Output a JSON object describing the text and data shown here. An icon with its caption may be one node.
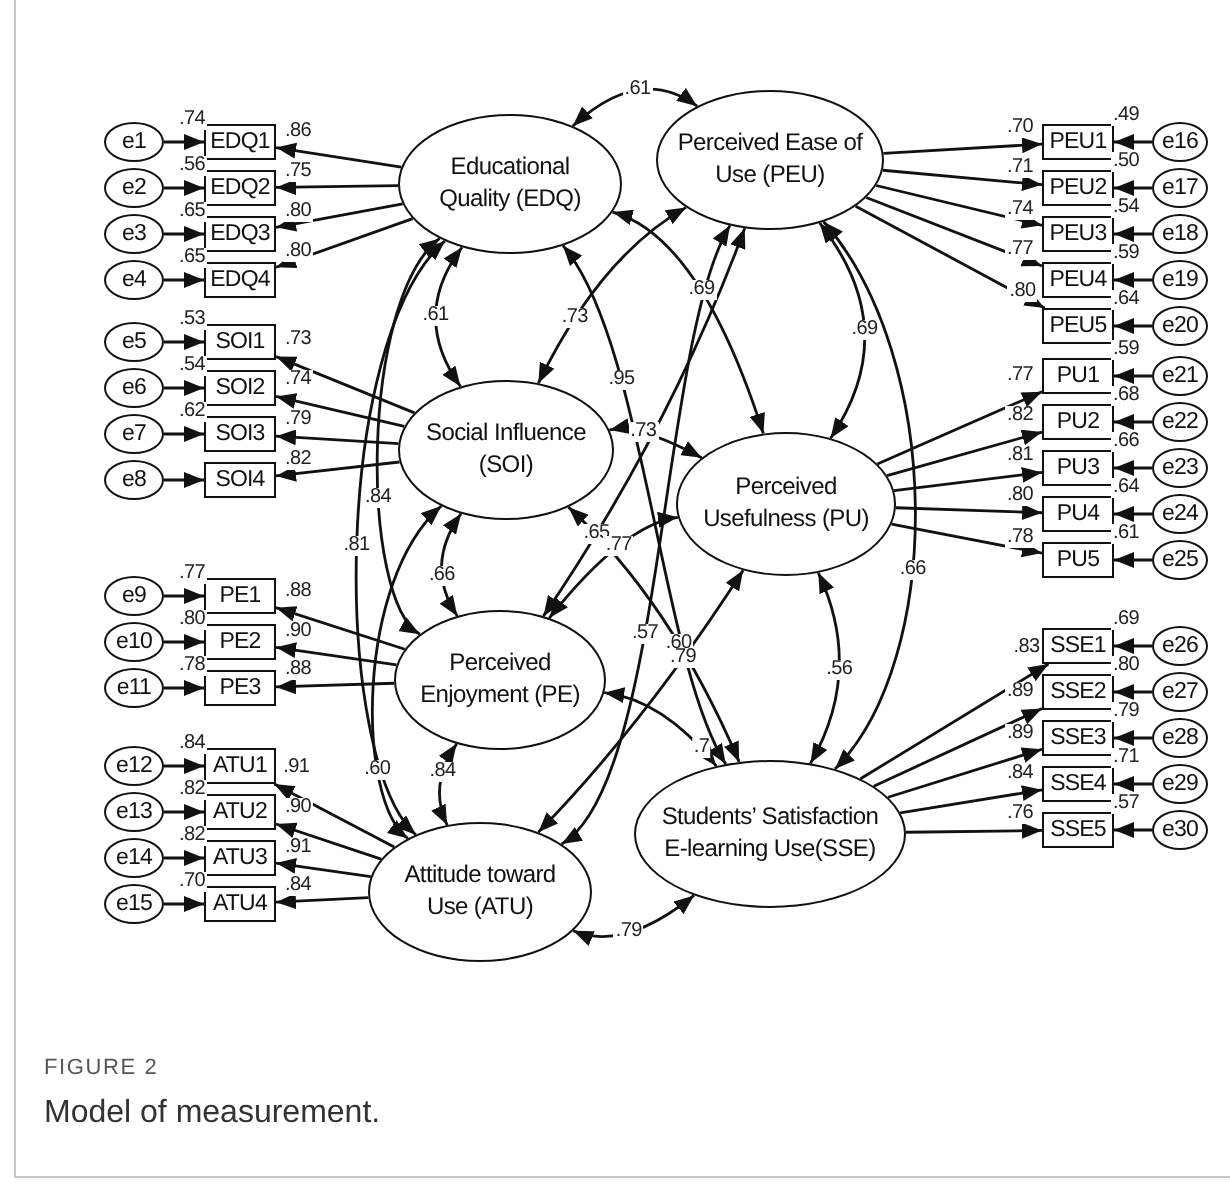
{
  "diagram": {
    "caption": "Model of measurement.",
    "nodes": [
      {
        "text": [
          "Educational Quality (EDQ)"
        ]
      },
      {
        "text": [
          "Perceived Ease of Use (PEU)"
        ]
      },
      {
        "text": [
          "Social Influence (SOI)"
        ]
      },
      {
        "text": [
          "Perceived Usefulness (PU)"
        ]
      },
      {
        "text": [
          "Perceived Enjoyment (PE)"
        ]
      },
      {
        "text": [
          "Students’ Satisfaction E-learning Use(SSE)"
        ]
      },
      {
        "text": [
          "Attitude toward Use (ATU)"
        ]
      },
      {
        "text": [
          "EDQ1"
        ]
      },
      {
        "text": [
          "EDQ2"
        ]
      },
      {
        "text": [
          "EDQ3"
        ]
      },
      {
        "text": [
          "EDQ4"
        ]
      },
      {
        "text": [
          "SOI1"
        ]
      },
      {
        "text": [
          "SOI2"
        ]
      },
      {
        "text": [
          "SOI3"
        ]
      },
      {
        "text": [
          "SOI4"
        ]
      },
      {
        "text": [
          "PE1"
        ]
      },
      {
        "text": [
          "PE2"
        ]
      },
      {
        "text": [
          "PE3"
        ]
      },
      {
        "text": [
          "ATU1"
        ]
      },
      {
        "text": [
          "ATU2"
        ]
      },
      {
        "text": [
          "ATU3"
        ]
      },
      {
        "text": [
          "ATU4"
        ]
      },
      {
        "text": [
          "PEU1"
        ]
      },
      {
        "text": [
          "PEU2"
        ]
      },
      {
        "text": [
          "PEU3"
        ]
      },
      {
        "text": [
          "PEU4"
        ]
      },
      {
        "text": [
          "PEU5"
        ]
      },
      {
        "text": [
          "PU1"
        ]
      },
      {
        "text": [
          "PU2"
        ]
      },
      {
        "text": [
          "PU3"
        ]
      },
      {
        "text": [
          "PU4"
        ]
      },
      {
        "text": [
          "PU5"
        ]
      },
      {
        "text": [
          "SSE1"
        ]
      },
      {
        "text": [
          "SSE2"
        ]
      },
      {
        "text": [
          "SSE3"
        ]
      },
      {
        "text": [
          "SSE4"
        ]
      },
      {
        "text": [
          "SSE5"
        ]
      },
      {
        "text": [
          "e1"
        ]
      },
      {
        "text": [
          "e2"
        ]
      },
      {
        "text": [
          "e3"
        ]
      },
      {
        "text": [
          "e4"
        ]
      },
      {
        "text": [
          "e5"
        ]
      },
      {
        "text": [
          "e6"
        ]
      },
      {
        "text": [
          "e7"
        ]
      },
      {
        "text": [
          "e8"
        ]
      },
      {
        "text": [
          "e9"
        ]
      },
      {
        "text": [
          "e10"
        ]
      },
      {
        "text": [
          "e11"
        ]
      },
      {
        "text": [
          "e12"
        ]
      },
      {
        "text": [
          "e13"
        ]
      },
      {
        "text": [
          "e14"
        ]
      },
      {
        "text": [
          "e15"
        ]
      },
      {
        "text": [
          "e16"
        ]
      },
      {
        "text": [
          "e17"
        ]
      },
      {
        "text": [
          "e18"
        ]
      },
      {
        "text": [
          "e19"
        ]
      },
      {
        "text": [
          "e20"
        ]
      },
      {
        "text": [
          "e21"
        ]
      },
      {
        "text": [
          "e22"
        ]
      },
      {
        "text": [
          "e23"
        ]
      },
      {
        "text": [
          "e24"
        ]
      },
      {
        "text": [
          "e25"
        ]
      },
      {
        "text": [
          "e26"
        ]
      },
      {
        "text": [
          "e27"
        ]
      },
      {
        "text": [
          "e28"
        ]
      },
      {
        "text": [
          "e29"
        ]
      },
      {
        "text": [
          "e30"
        ]
      }
    ],
    "edges": [
      {
        "from": 0,
        "to": 7,
        "arrow": "to",
        "label": ".86"
      },
      {
        "from": 0,
        "to": 8,
        "arrow": "to",
        "label": ".75"
      },
      {
        "from": 0,
        "to": 9,
        "arrow": "to",
        "label": ".80"
      },
      {
        "from": 0,
        "to": 10,
        "arrow": "to",
        "label": ".80"
      },
      {
        "from": 2,
        "to": 11,
        "arrow": "to",
        "label": ".73"
      },
      {
        "from": 2,
        "to": 12,
        "arrow": "to",
        "label": ".74"
      },
      {
        "from": 2,
        "to": 13,
        "arrow": "to",
        "label": ".79"
      },
      {
        "from": 2,
        "to": 14,
        "arrow": "to",
        "label": ".82"
      },
      {
        "from": 4,
        "to": 15,
        "arrow": "to",
        "label": ".88"
      },
      {
        "from": 4,
        "to": 16,
        "arrow": "to",
        "label": ".90"
      },
      {
        "from": 4,
        "to": 17,
        "arrow": "to",
        "label": ".88"
      },
      {
        "from": 6,
        "to": 18,
        "arrow": "to",
        "label": ".91"
      },
      {
        "from": 6,
        "to": 19,
        "arrow": "to",
        "label": ".90"
      },
      {
        "from": 6,
        "to": 20,
        "arrow": "to",
        "label": ".91"
      },
      {
        "from": 6,
        "to": 21,
        "arrow": "to",
        "label": ".84"
      },
      {
        "from": 1,
        "to": 22,
        "arrow": "to",
        "label": ".70"
      },
      {
        "from": 1,
        "to": 23,
        "arrow": "to",
        "label": ".71"
      },
      {
        "from": 1,
        "to": 24,
        "arrow": "to",
        "label": ".74"
      },
      {
        "from": 1,
        "to": 25,
        "arrow": "to",
        "label": ".77"
      },
      {
        "from": 1,
        "to": 26,
        "arrow": "to",
        "label": ".80"
      },
      {
        "from": 3,
        "to": 27,
        "arrow": "to",
        "label": ".77"
      },
      {
        "from": 3,
        "to": 28,
        "arrow": "to",
        "label": ".82"
      },
      {
        "from": 3,
        "to": 29,
        "arrow": "to",
        "label": ".81"
      },
      {
        "from": 3,
        "to": 30,
        "arrow": "to",
        "label": ".80"
      },
      {
        "from": 3,
        "to": 31,
        "arrow": "to",
        "label": ".78"
      },
      {
        "from": 5,
        "to": 32,
        "arrow": "to",
        "label": ".83"
      },
      {
        "from": 5,
        "to": 33,
        "arrow": "to",
        "label": ".89"
      },
      {
        "from": 5,
        "to": 34,
        "arrow": "to",
        "label": ".89"
      },
      {
        "from": 5,
        "to": 35,
        "arrow": "to",
        "label": ".84"
      },
      {
        "from": 5,
        "to": 36,
        "arrow": "to",
        "label": ".76"
      },
      {
        "from": 37,
        "to": 7,
        "arrow": "to",
        "label": ".74"
      },
      {
        "from": 38,
        "to": 8,
        "arrow": "to",
        "label": ".56"
      },
      {
        "from": 39,
        "to": 9,
        "arrow": "to",
        "label": ".65"
      },
      {
        "from": 40,
        "to": 10,
        "arrow": "to",
        "label": ".65"
      },
      {
        "from": 41,
        "to": 11,
        "arrow": "to",
        "label": ".53"
      },
      {
        "from": 42,
        "to": 12,
        "arrow": "to",
        "label": ".54"
      },
      {
        "from": 43,
        "to": 13,
        "arrow": "to",
        "label": ".62"
      },
      {
        "from": 44,
        "to": 14,
        "arrow": "to"
      },
      {
        "from": 45,
        "to": 15,
        "arrow": "to",
        "label": ".77"
      },
      {
        "from": 46,
        "to": 16,
        "arrow": "to",
        "label": ".80"
      },
      {
        "from": 47,
        "to": 17,
        "arrow": "to",
        "label": ".78"
      },
      {
        "from": 48,
        "to": 18,
        "arrow": "to",
        "label": ".84"
      },
      {
        "from": 49,
        "to": 19,
        "arrow": "to",
        "label": ".82"
      },
      {
        "from": 50,
        "to": 20,
        "arrow": "to",
        "label": ".82"
      },
      {
        "from": 51,
        "to": 21,
        "arrow": "to",
        "label": ".70"
      },
      {
        "from": 52,
        "to": 22,
        "arrow": "to",
        "label": ".49"
      },
      {
        "from": 53,
        "to": 23,
        "arrow": "to",
        "label": ".50"
      },
      {
        "from": 54,
        "to": 24,
        "arrow": "to",
        "label": ".54"
      },
      {
        "from": 55,
        "to": 25,
        "arrow": "to",
        "label": ".59"
      },
      {
        "from": 56,
        "to": 26,
        "arrow": "to",
        "label": ".64"
      },
      {
        "from": 57,
        "to": 27,
        "arrow": "to",
        "label": ".59"
      },
      {
        "from": 58,
        "to": 28,
        "arrow": "to",
        "label": ".68"
      },
      {
        "from": 59,
        "to": 29,
        "arrow": "to",
        "label": ".66"
      },
      {
        "from": 60,
        "to": 30,
        "arrow": "to",
        "label": ".64"
      },
      {
        "from": 61,
        "to": 31,
        "arrow": "to",
        "label": ".61"
      },
      {
        "from": 62,
        "to": 32,
        "arrow": "to",
        "label": ".69"
      },
      {
        "from": 63,
        "to": 33,
        "arrow": "to",
        "label": ".80"
      },
      {
        "from": 64,
        "to": 34,
        "arrow": "to",
        "label": ".79"
      },
      {
        "from": 65,
        "to": 35,
        "arrow": "to",
        "label": ".71"
      },
      {
        "from": 66,
        "to": 36,
        "arrow": "to",
        "label": ".57"
      },
      {
        "from": 0,
        "to": 1,
        "arrow": "both",
        "label": ".61"
      },
      {
        "from": 0,
        "to": 2,
        "arrow": "both",
        "label": ".61"
      },
      {
        "from": 0,
        "to": 3,
        "arrow": "both",
        "label": ".69"
      },
      {
        "from": 0,
        "to": 5,
        "arrow": "both",
        "label": ".95"
      },
      {
        "from": 0,
        "to": 4,
        "arrow": "both",
        "label": ".84"
      },
      {
        "from": 0,
        "to": 6,
        "arrow": "both",
        "label": ".81"
      },
      {
        "from": 1,
        "to": 2,
        "arrow": "both",
        "label": ".73"
      },
      {
        "from": 1,
        "to": 3,
        "arrow": "both",
        "label": ".69"
      },
      {
        "from": 1,
        "to": 4,
        "arrow": "both",
        "label": ".65"
      },
      {
        "from": 1,
        "to": 6,
        "arrow": "both",
        "label": ".57"
      },
      {
        "from": 1,
        "to": 5,
        "arrow": "both",
        "label": ".66"
      },
      {
        "from": 2,
        "to": 3,
        "arrow": "both",
        "label": ".73"
      },
      {
        "from": 2,
        "to": 4,
        "arrow": "both",
        "label": ".66"
      },
      {
        "from": 2,
        "to": 5,
        "arrow": "both",
        "label": ".60"
      },
      {
        "from": 2,
        "to": 6,
        "arrow": "both",
        "label": ".60"
      },
      {
        "from": 3,
        "to": 4,
        "arrow": "both",
        "label": ".77"
      },
      {
        "from": 3,
        "to": 5,
        "arrow": "both",
        "label": ".56"
      },
      {
        "from": 3,
        "to": 6,
        "arrow": "both",
        "label": ".79"
      },
      {
        "from": 4,
        "to": 5,
        "arrow": "both",
        "label": ".7"
      },
      {
        "from": 4,
        "to": 6,
        "arrow": "both",
        "label": ".84"
      },
      {
        "from": 6,
        "to": 5,
        "arrow": "both",
        "label": ".79"
      }
    ],
    "labels": [
      "FIGURE 2"
    ]
  }
}
